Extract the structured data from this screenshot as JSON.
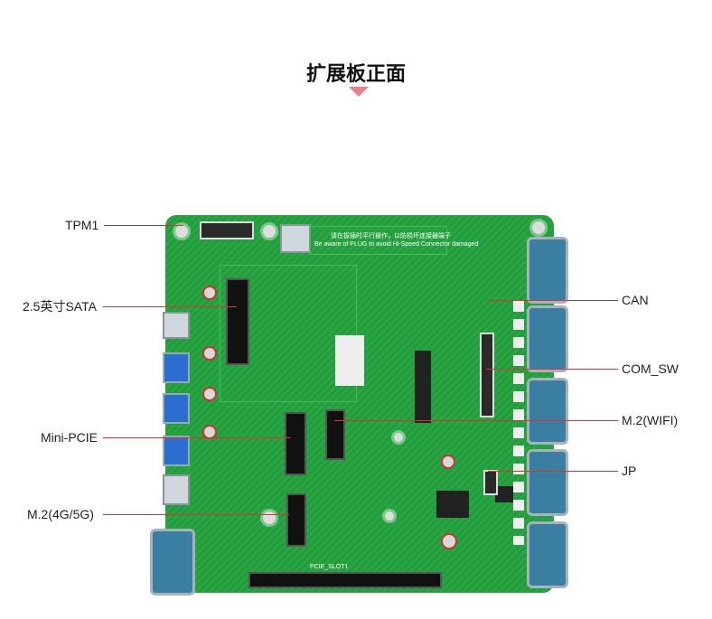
{
  "title": "扩展板正面",
  "labels": {
    "left": [
      "TPM1",
      "2.5英寸SATA",
      "Mini-PCIE",
      "M.2(4G/5G)"
    ],
    "right": [
      "CAN",
      "COM_SW",
      "M.2(WIFI)",
      "JP"
    ]
  },
  "board": {
    "warning_cn": "请在拔插时平行操作，以防损坏连接器端子",
    "warning_en": "Be aware of PLUG to avoid Hi-Speed Connector damaged",
    "slot_label": "PCIE_SLOT1"
  },
  "colors": {
    "accent": "#e9808b",
    "leader": "#e0303a",
    "pcb": "#1f9e3a"
  }
}
